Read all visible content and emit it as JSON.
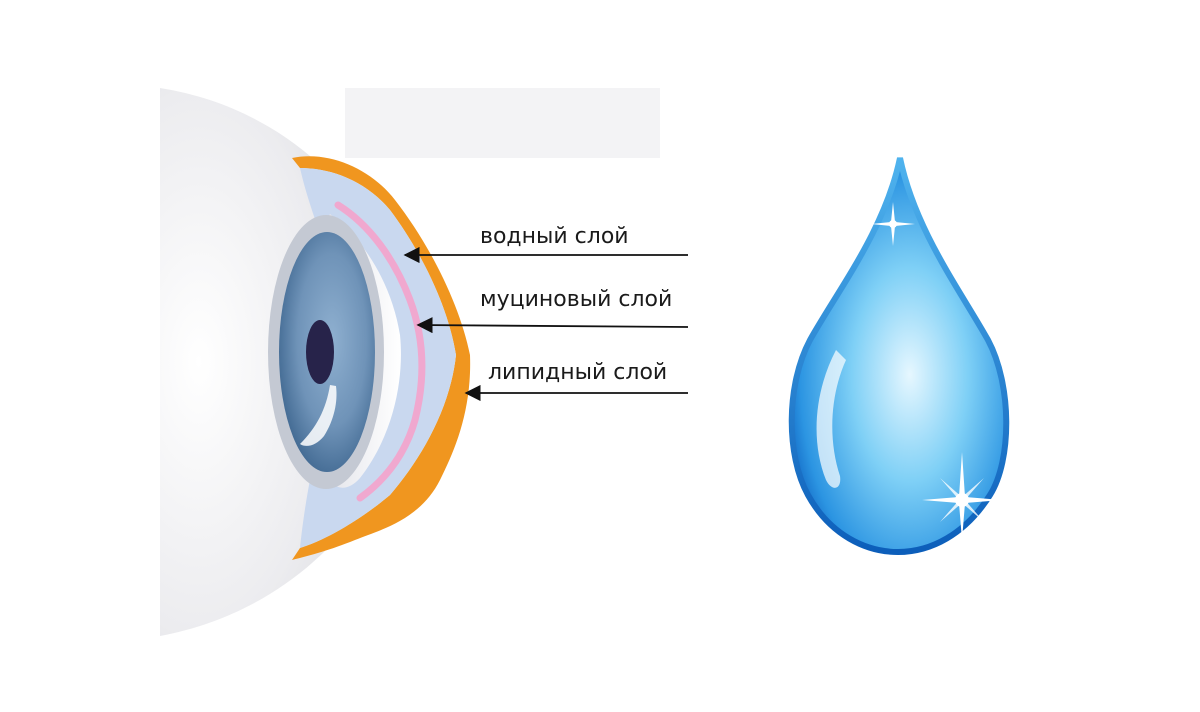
{
  "labels": {
    "aqueous_layer": "водный слой",
    "mucin_layer": "муциновый слой",
    "lipid_layer": "липидный слой"
  },
  "colors": {
    "background": "#ffffff",
    "eyeball": "#e8e8ea",
    "tear_film_aqueous": "#c9d8ef",
    "mucin_layer": "#f0a8cf",
    "lipid_layer": "#f0961f",
    "iris": "#6f93b8",
    "pupil": "#27234a",
    "drop_light": "#9edcf8",
    "drop_dark": "#1a7fd6",
    "arrow": "#111111"
  },
  "icons": {
    "eye": "eye-cross-section-icon",
    "drop": "water-drop-icon"
  }
}
